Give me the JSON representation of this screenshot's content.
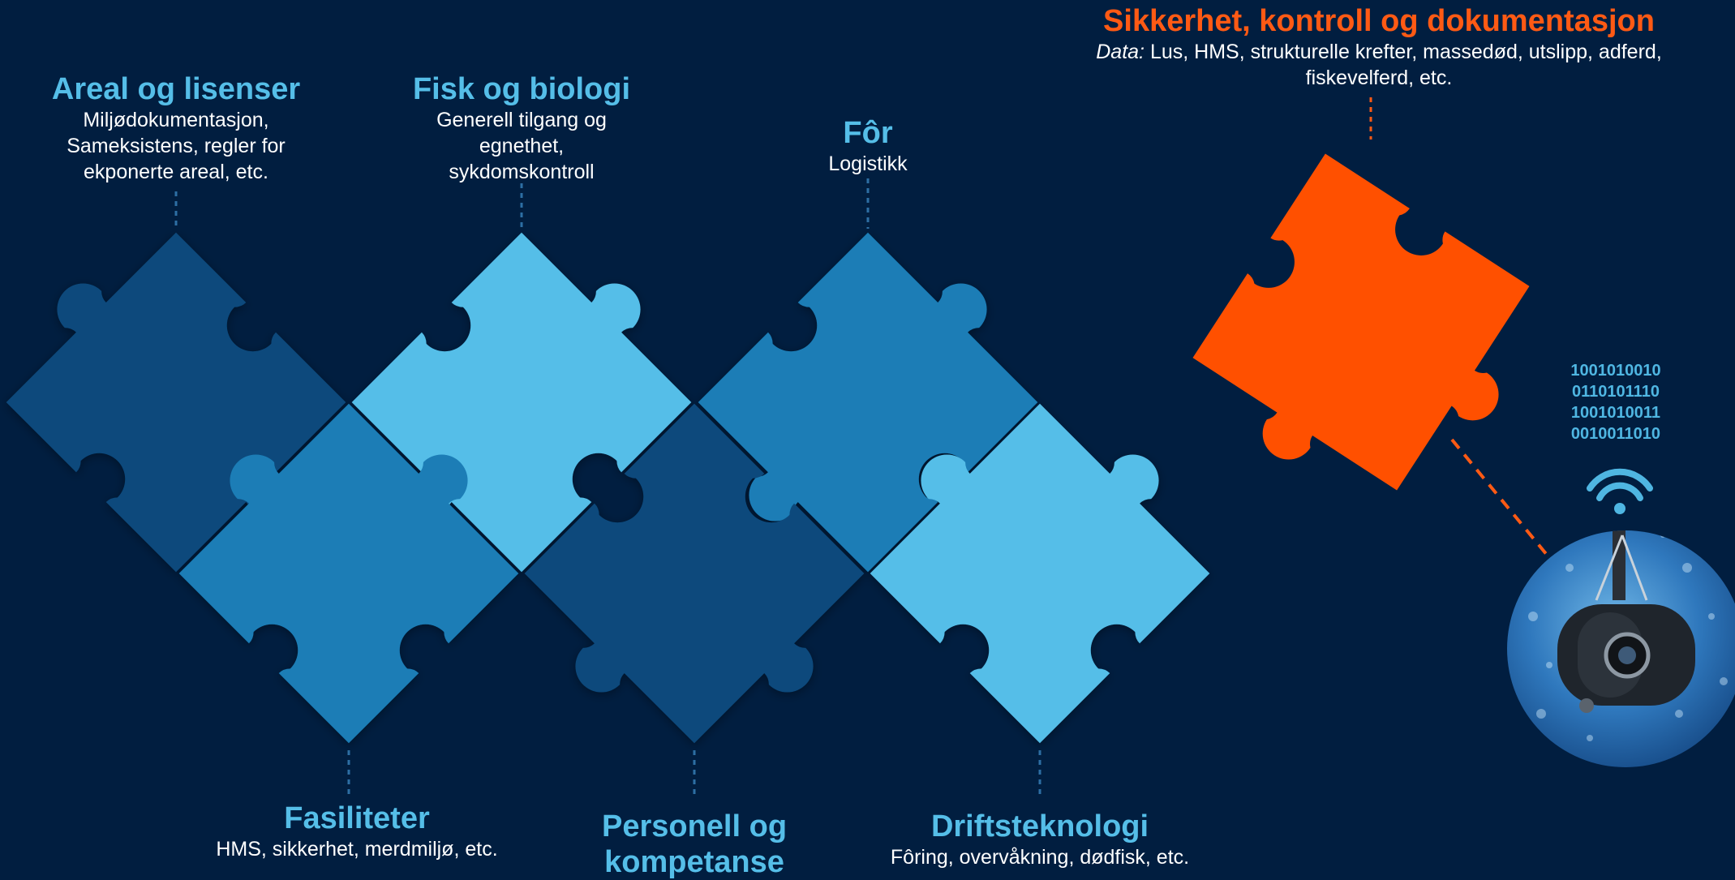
{
  "pieces": [
    {
      "id": "areal",
      "title": "Areal og lisenser",
      "subtitle": "Miljødokumentasjon, Sameksistens, regler for ekponerte areal, etc."
    },
    {
      "id": "fisk",
      "title": "Fisk og biologi",
      "subtitle": "Generell tilgang og egnethet, sykdomskontroll"
    },
    {
      "id": "for",
      "title": "Fôr",
      "subtitle": "Logistikk"
    },
    {
      "id": "fasiliteter",
      "title": "Fasiliteter",
      "subtitle": "HMS, sikkerhet, merdmiljø, etc."
    },
    {
      "id": "personell",
      "title": "Personell og kompetanse",
      "subtitle": ""
    },
    {
      "id": "drift",
      "title": "Driftsteknologi",
      "subtitle": "Fôring, overvåkning, dødfisk, etc."
    }
  ],
  "highlight": {
    "title": "Sikkerhet, kontroll og dokumentasjon",
    "data_label": "Data:",
    "data_text": "Lus, HMS, strukturelle krefter, massedød, utslipp, adferd, fiskevelferd, etc."
  },
  "binary": [
    "1001010010",
    "0110101110",
    "1001010011",
    "0010011010"
  ],
  "icons": {
    "wifi": "wifi-icon",
    "camera": "underwater-camera-icon"
  },
  "colors": {
    "background": "#011e40",
    "dark_blue": "#0a4a7c",
    "mid_blue": "#1b7db6",
    "light_blue": "#55bee8",
    "orange": "#ff5000",
    "title_blue": "#55bee8"
  }
}
